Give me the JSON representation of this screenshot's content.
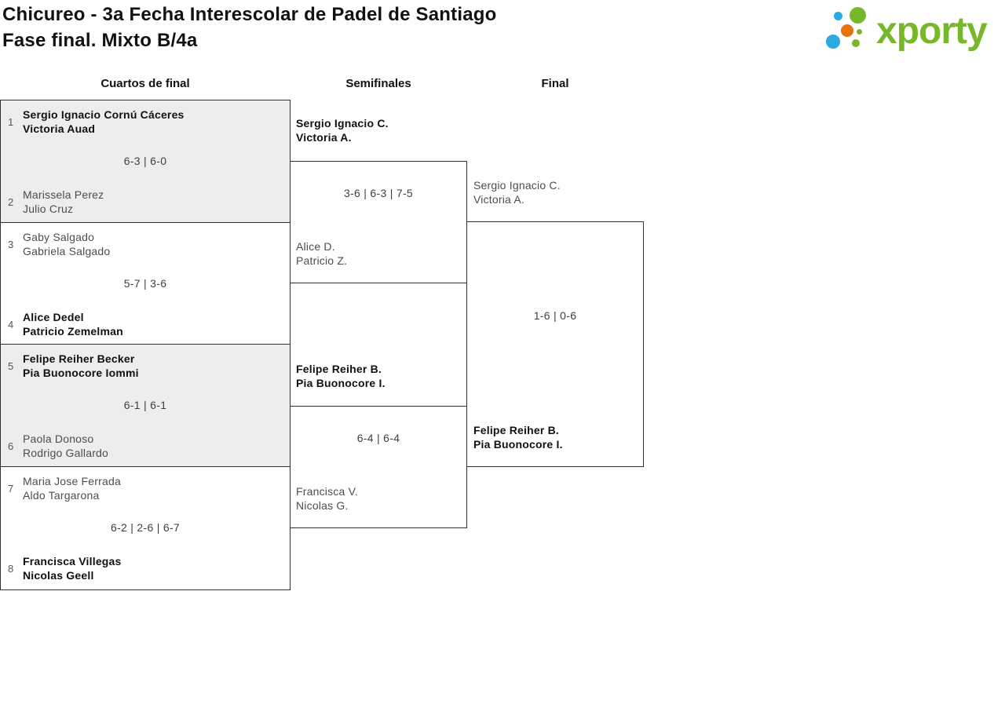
{
  "header": {
    "title_line1": "Chicureo - 3a Fecha Interescolar de Padel de Santiago",
    "title_line2": "Fase final. Mixto B/4a",
    "logo_text": "xporty"
  },
  "colors": {
    "brand-green": "#76b82a",
    "brand-blue": "#29abe2",
    "brand-orange": "#e8720c",
    "line": "#2f2f2f",
    "shade": "#ededed",
    "winner-text": "#111111",
    "loser-text": "#4d4d4d",
    "score-text": "#3f3f3f",
    "seed-text": "#555555"
  },
  "rounds": [
    {
      "label": "Cuartos de final"
    },
    {
      "label": "Semifinales"
    },
    {
      "label": "Final"
    }
  ],
  "quarterfinals": [
    {
      "score": "6-3 | 6-0",
      "top": {
        "seed": "1",
        "line1": "Sergio Ignacio Cornú Cáceres",
        "line2": "Victoria Auad",
        "winner": true
      },
      "bottom": {
        "seed": "2",
        "line1": "Marissela Perez",
        "line2": "Julio Cruz",
        "winner": false
      }
    },
    {
      "score": "5-7 | 3-6",
      "top": {
        "seed": "3",
        "line1": "Gaby Salgado",
        "line2": "Gabriela Salgado",
        "winner": false
      },
      "bottom": {
        "seed": "4",
        "line1": "Alice Dedel",
        "line2": "Patricio Zemelman",
        "winner": true
      }
    },
    {
      "score": "6-1 | 6-1",
      "top": {
        "seed": "5",
        "line1": "Felipe Reiher Becker",
        "line2": "Pia Buonocore Iommi",
        "winner": true
      },
      "bottom": {
        "seed": "6",
        "line1": "Paola Donoso",
        "line2": "Rodrigo Gallardo",
        "winner": false
      }
    },
    {
      "score": "6-2 | 2-6 | 6-7",
      "top": {
        "seed": "7",
        "line1": "Maria Jose Ferrada",
        "line2": "Aldo Targarona",
        "winner": false
      },
      "bottom": {
        "seed": "8",
        "line1": "Francisca Villegas",
        "line2": "Nicolas Geell",
        "winner": true
      }
    }
  ],
  "semifinals": [
    {
      "score": "3-6 | 6-3 | 7-5",
      "top": {
        "line1": "Sergio Ignacio C.",
        "line2": "Victoria A.",
        "winner": true
      },
      "bottom": {
        "line1": "Alice D.",
        "line2": "Patricio Z.",
        "winner": false
      }
    },
    {
      "score": "6-4 | 6-4",
      "top": {
        "line1": "Felipe Reiher B.",
        "line2": "Pia Buonocore I.",
        "winner": true
      },
      "bottom": {
        "line1": "Francisca V.",
        "line2": "Nicolas G.",
        "winner": false
      }
    }
  ],
  "final": {
    "score": "1-6 | 0-6",
    "top": {
      "line1": "Sergio Ignacio C.",
      "line2": "Victoria A.",
      "winner": false
    },
    "bottom": {
      "line1": "Felipe Reiher B.",
      "line2": "Pia Buonocore I.",
      "winner": true
    }
  }
}
